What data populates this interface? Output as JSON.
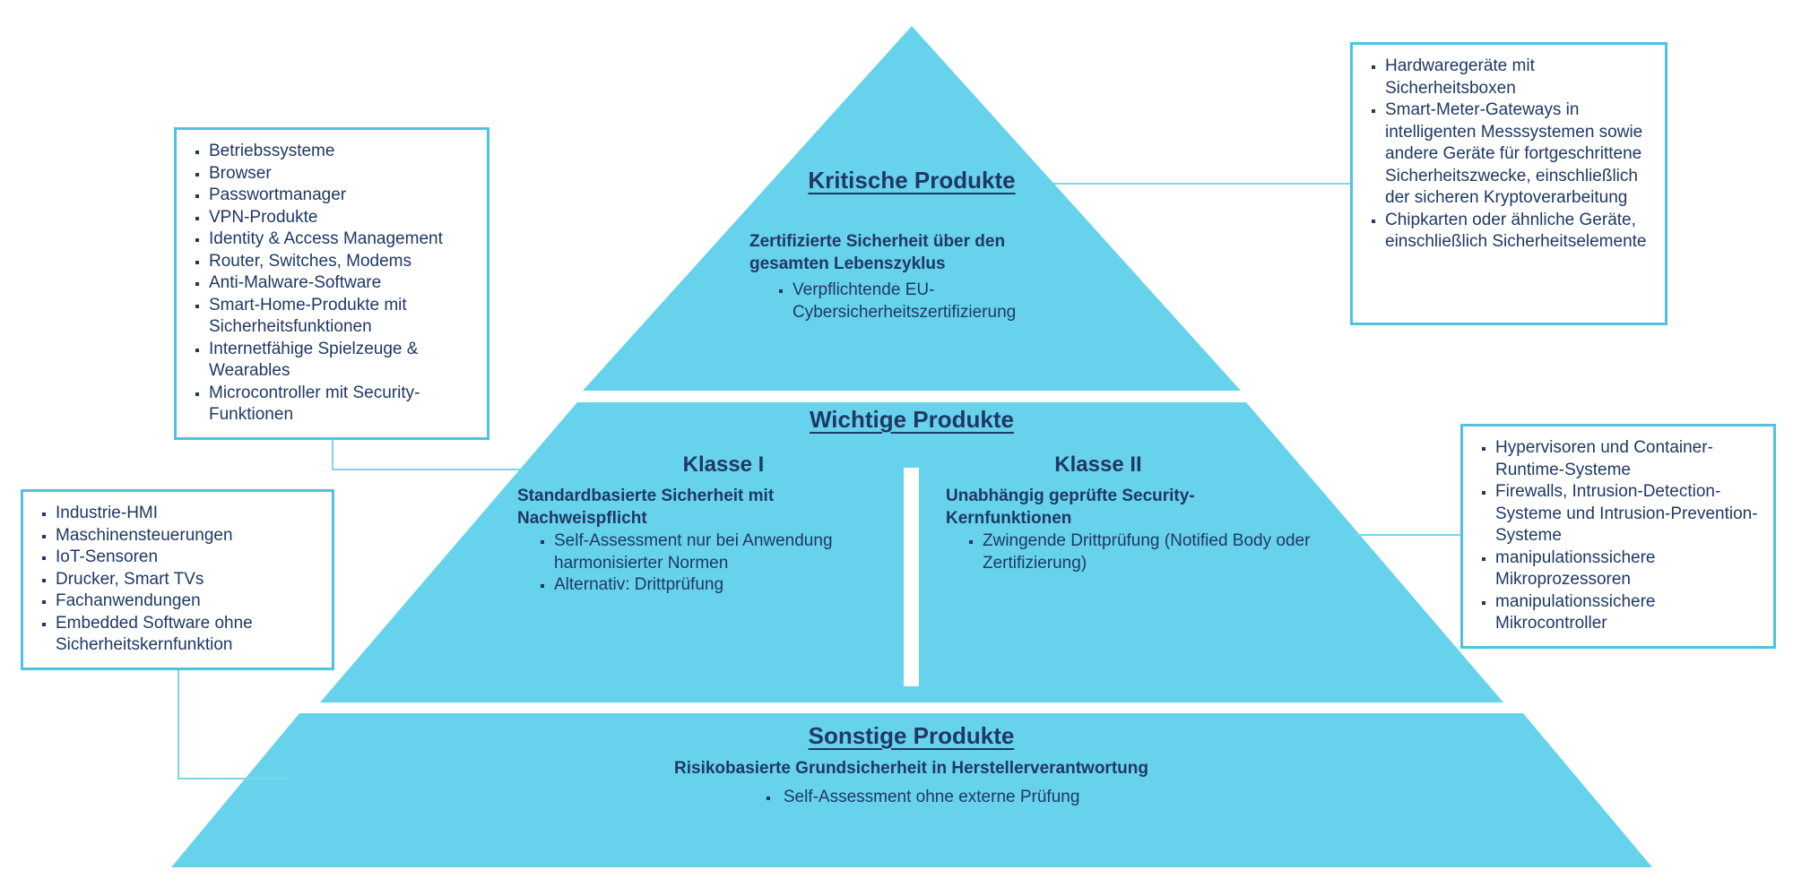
{
  "colors": {
    "pyramid_fill": "#67D2EB",
    "text_navy": "#1F3864",
    "box_border": "#4EC3E0",
    "connector": "#7FD4E8"
  },
  "pyramid": {
    "tier1": {
      "title": "Kritische Produkte",
      "subtitle": "Zertifizierte Sicherheit über den gesamten Lebenszyklus",
      "bullets": [
        "Verpflichtende EU-Cybersicherheitszertifizierung"
      ]
    },
    "tier2": {
      "title": "Wichtige Produkte",
      "klasse1": {
        "title": "Klasse I",
        "subtitle": "Standardbasierte Sicherheit mit Nachweispflicht",
        "bullets": [
          "Self-Assessment nur bei Anwendung harmonisierter Normen",
          "Alternativ: Drittprüfung"
        ]
      },
      "klasse2": {
        "title": "Klasse II",
        "subtitle": "Unabhängig geprüfte Security-Kernfunktionen",
        "bullets": [
          "Zwingende Drittprüfung (Notified Body oder Zertifizierung)"
        ]
      }
    },
    "tier3": {
      "title": "Sonstige Produkte",
      "subtitle": "Risikobasierte Grundsicherheit in Herstellerverantwortung",
      "bullets": [
        "Self-Assessment ohne externe Prüfung"
      ]
    }
  },
  "callouts": {
    "left_upper": {
      "items": [
        "Betriebssysteme",
        "Browser",
        "Passwortmanager",
        "VPN-Produkte",
        "Identity & Access Management",
        "Router, Switches, Modems",
        "Anti-Malware-Software",
        "Smart-Home-Produkte mit Sicherheitsfunktionen",
        "Internetfähige Spielzeuge & Wearables",
        "Microcontroller mit Security-Funktionen"
      ]
    },
    "left_lower": {
      "items": [
        "Industrie-HMI",
        "Maschinensteuerungen",
        "IoT-Sensoren",
        "Drucker, Smart TVs",
        "Fachanwendungen",
        "Embedded Software ohne Sicherheitskernfunktion"
      ]
    },
    "right_upper": {
      "items": [
        "Hardwaregeräte mit Sicherheitsboxen",
        "Smart-Meter-Gateways in intelligenten Messsystemen sowie andere Geräte für fortgeschrittene Sicherheitszwecke, einschließlich der sicheren Kryptoverarbeitung",
        "Chipkarten oder ähnliche Geräte, einschließlich Sicherheitselemente"
      ]
    },
    "right_lower": {
      "items": [
        "Hypervisoren und Container-Runtime-Systeme",
        "Firewalls, Intrusion-Detection-Systeme und Intrusion-Prevention-Systeme",
        "manipulationssichere Mikroprozessoren",
        "manipulationssichere Mikrocontroller"
      ]
    }
  }
}
